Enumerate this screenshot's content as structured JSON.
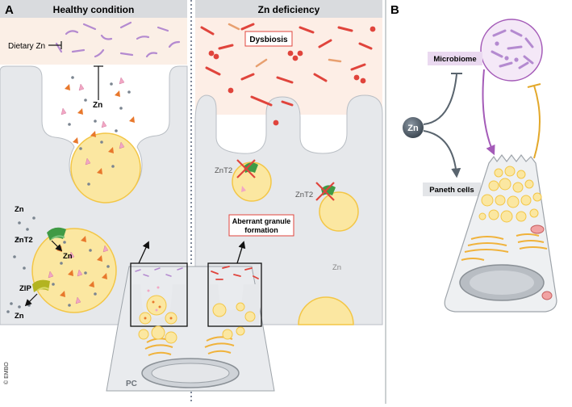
{
  "panel_a": {
    "letter": "A",
    "left_title": "Healthy condition",
    "right_title": "Zn deficiency",
    "dietary_zn": "Dietary Zn",
    "zn_inhibit": "Zn",
    "zn_top": "Zn",
    "znt2": "ZnT2",
    "zn_mid": "Zn",
    "zip": "ZIP",
    "zn_bottom": "Zn",
    "dysbiosis": "Dysbiosis",
    "znt2_right_1": "ZnT2",
    "znt2_right_2": "ZnT2",
    "aberrant_line1": "Aberrant granule",
    "aberrant_line2": "formation",
    "zn_right": "Zn",
    "pc_label": "PC"
  },
  "panel_b": {
    "letter": "B",
    "microbiome": "Microbiome",
    "zn": "Zn",
    "paneth_cells": "Paneth cells"
  },
  "copyright": "© EMBO",
  "colors": {
    "header_gray": "#d9dbde",
    "cell_gray": "#e8eaed",
    "lumen_tint": "#fbefe6",
    "granule_yellow": "#fbe7a1",
    "granule_border": "#f3c646",
    "microbe_purple": "#b48ad0",
    "microbe_red": "#e0443c",
    "orange_peptide": "#e8782c",
    "pink_peptide": "#f2a7c4",
    "znt2_green": "#3f9a45",
    "zip_olive": "#b3b421",
    "zn_ball": "#5b6670",
    "arrow_purple": "#a45bb8",
    "arrow_gold": "#e3a82a",
    "dysbiosis_border": "#e0443c"
  }
}
